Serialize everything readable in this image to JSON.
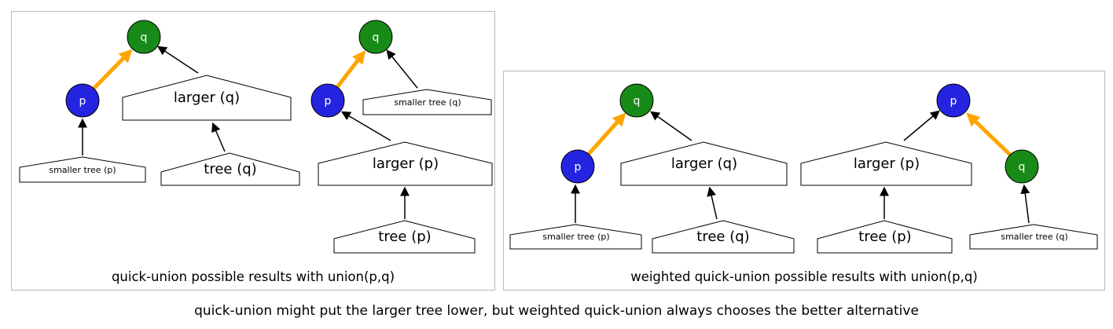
{
  "figure": {
    "caption": "quick-union might put the larger tree lower, but weighted quick-union always chooses the better alternative"
  },
  "quick_union": {
    "caption": "quick-union possible results with union(p,q)",
    "result1": {
      "root_label": "q",
      "linked_label": "p",
      "larger_label": "larger (q)",
      "smaller_label": "smaller tree (p)",
      "subtree_label": "tree (q)"
    },
    "result2": {
      "root_label": "q",
      "linked_label": "p",
      "larger_label": "larger (p)",
      "smaller_label": "smaller tree (q)",
      "subtree_label": "tree (p)"
    }
  },
  "weighted": {
    "caption": "weighted quick-union possible results with union(p,q)",
    "result1": {
      "root_label": "q",
      "linked_label": "p",
      "larger_label": "larger (q)",
      "smaller_label": "smaller tree (p)",
      "subtree_label": "tree (q)"
    },
    "result2": {
      "root_label": "p",
      "linked_label": "q",
      "larger_label": "larger (p)",
      "smaller_label": "smaller tree (q)",
      "subtree_label": "tree (p)"
    }
  },
  "colors": {
    "p_node_fill": "#2424e0",
    "q_node_fill": "#178a17",
    "new_link_arrow": "#ffa500",
    "tree_link_arrow": "#000000"
  }
}
